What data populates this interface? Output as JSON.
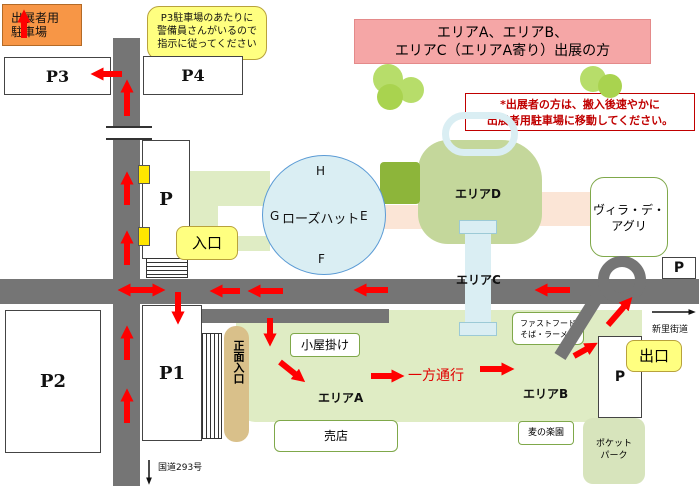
{
  "exhibitor_parking": "出展者用\n駐車場",
  "callout_p3": "P3駐車場のあたりに\n警備員さんがいるので\n指示に従ってください",
  "title_banner": "エリアA、エリアB、\nエリアC（エリアA寄り）出展の方",
  "notice": "*出展者の方は、搬入後速やかに\n出展者用駐車場に移動してください。",
  "p3": "P3",
  "p4": "P4",
  "p_upper": "P",
  "p2": "P2",
  "p1": "P1",
  "p_right": "P",
  "p_bottom_right": "P",
  "rose_hut": {
    "name": "ローズハット",
    "h": "H",
    "g": "G",
    "e": "E",
    "f": "F"
  },
  "area_d": "エリアD",
  "area_c": "エリアC",
  "area_a": "エリアA",
  "area_b": "エリアB",
  "villa": "ヴィラ・デ・\nアグリ",
  "fast_food": "ファストフード\nそば・ラーメン",
  "one_way": "一方通行",
  "hut": "小屋掛け",
  "shop": "売店",
  "main_entrance": "正面入口",
  "entrance": "入口",
  "exit": "出口",
  "route_293": "国道293号",
  "niisato": "新里街道",
  "mugi": "麦の楽園",
  "pocket_park": "ポケット\nパーク",
  "colors": {
    "road": "#757575",
    "arrow": "#ff0000",
    "parking_orange": "#f79646",
    "banner": "#f5a6a6",
    "green_area": "#c4d79b",
    "light_green": "#dfecc4",
    "callout_yellow": "#ffff80",
    "pool": "#daeef3"
  }
}
